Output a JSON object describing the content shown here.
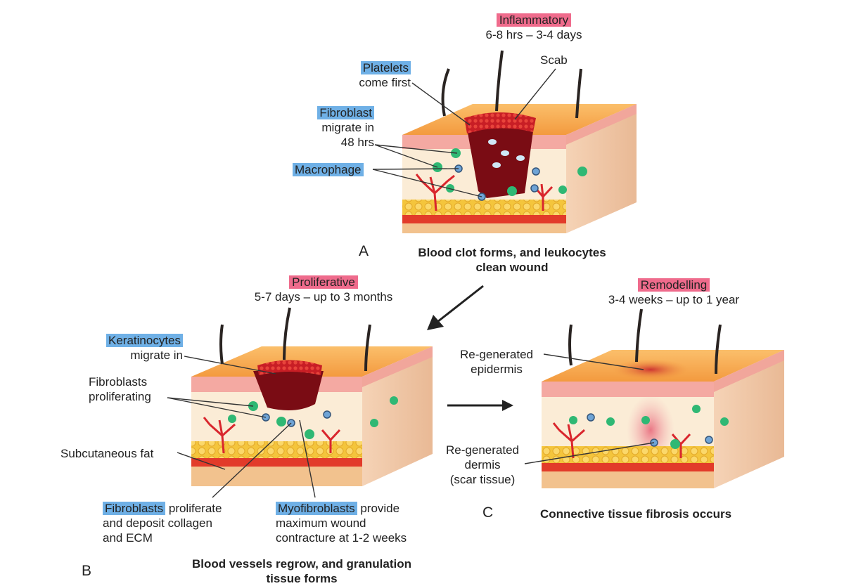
{
  "panel_a": {
    "letter": "A",
    "phase": "Inflammatory",
    "duration": "6-8 hrs – 3-4 days",
    "scab": "Scab",
    "platelets_tag": "Platelets",
    "platelets_rest": "come first",
    "fibroblast_tag": "Fibroblast",
    "fibroblast_line2": "migrate in",
    "fibroblast_line3": "48 hrs",
    "macrophage_tag": "Macrophage",
    "caption_line1": "Blood clot forms, and leukocytes",
    "caption_line2": "clean wound"
  },
  "panel_b": {
    "letter": "B",
    "phase": "Proliferative",
    "duration": "5-7 days – up to 3 months",
    "keratinocytes_tag": "Keratinocytes",
    "keratinocytes_rest": "migrate in",
    "fib_prolif_line1": "Fibroblasts",
    "fib_prolif_line2": "proliferating",
    "subcutaneous": "Subcutaneous fat",
    "fibroblasts_tag": "Fibroblasts",
    "fibroblasts_rest1": " proliferate",
    "fibroblasts_rest2": "and deposit collagen",
    "fibroblasts_rest3": "and ECM",
    "myo_tag": "Myofibroblasts",
    "myo_rest1": " provide",
    "myo_rest2": "maximum wound",
    "myo_rest3": "contracture at 1-2 weeks",
    "caption_line1": "Blood vessels regrow, and granulation",
    "caption_line2": "tissue forms"
  },
  "panel_c": {
    "letter": "C",
    "phase": "Remodelling",
    "duration": "3-4 weeks – up to 1 year",
    "epidermis_line1": "Re-generated",
    "epidermis_line2": "epidermis",
    "dermis_line1": "Re-generated",
    "dermis_line2": "dermis",
    "dermis_line3": "(scar tissue)",
    "caption": "Connective tissue fibrosis occurs"
  },
  "colors": {
    "phase_tag": "#ef6b8c",
    "cell_tag": "#6fb0e6",
    "epidermis_top": "#f7a24a",
    "dermis_pink": "#f3b7b0",
    "fat_yellow": "#f4c53c",
    "muscle_red": "#e23b2a",
    "clot": "#7a0c14",
    "fibroblast_green": "#2fb874"
  }
}
